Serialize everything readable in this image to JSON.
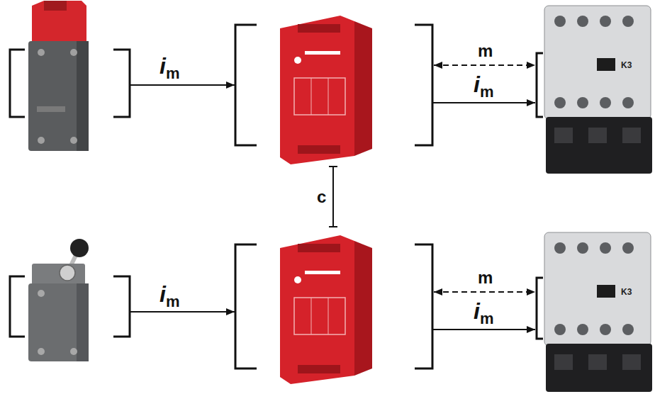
{
  "diagram": {
    "labels": [
      "im",
      "m",
      "im",
      "K3",
      "c",
      "im",
      "m",
      "im",
      "K3"
    ]
  }
}
